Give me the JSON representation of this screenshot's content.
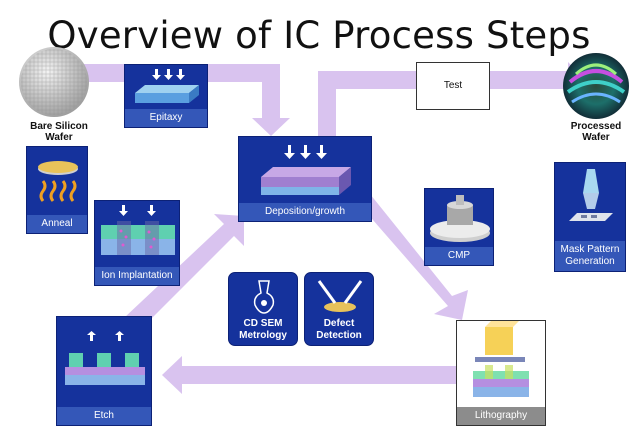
{
  "title": "Overview of IC Process Steps",
  "start": "Bare Silicon\nWafer",
  "end": "Processed\nWafer",
  "test": "Test",
  "steps": {
    "epitaxy": "Epitaxy",
    "deposition": "Deposition/growth",
    "cmp": "CMP",
    "mask": "Mask Pattern\nGeneration",
    "lithography": "Lithography",
    "etch": "Etch",
    "ion": "Ion Implantation",
    "anneal": "Anneal",
    "cdsem": "CD SEM\nMetrology",
    "defect": "Defect\nDetection"
  },
  "colors": {
    "card": "#15329c",
    "label_band": "#3457b8",
    "flow": "#d9c3ef"
  }
}
